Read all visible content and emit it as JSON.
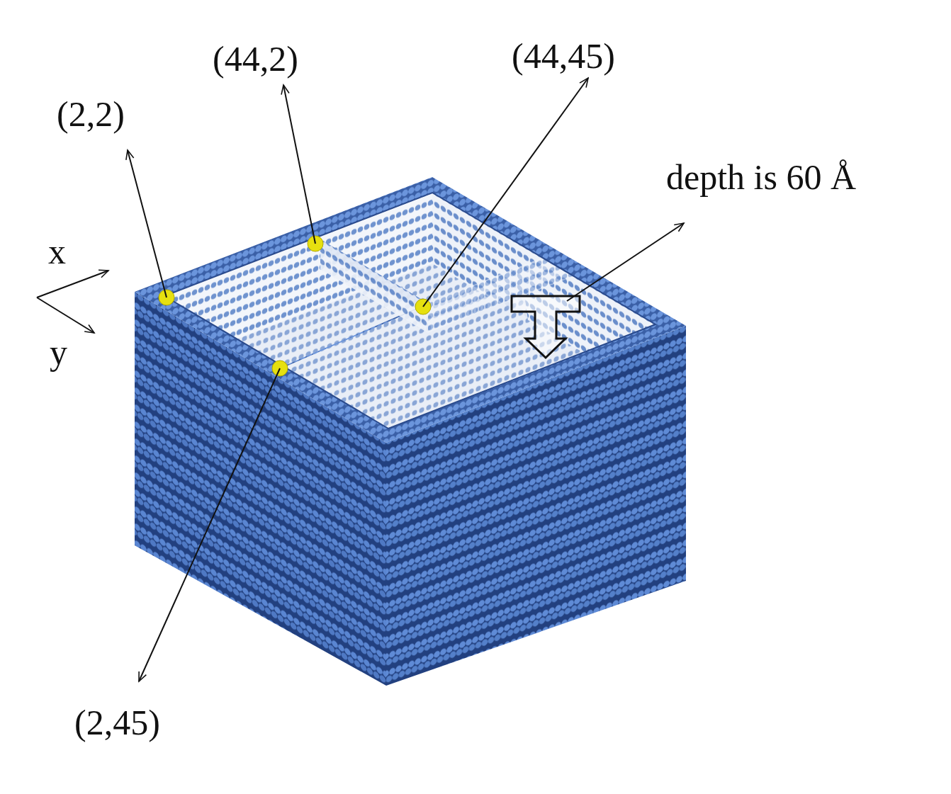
{
  "diagram": {
    "labels": [
      "(2,2)",
      "(44,2)",
      "(44,45)",
      "depth is 60 Å",
      "x",
      "y",
      "(2,45)"
    ]
  }
}
